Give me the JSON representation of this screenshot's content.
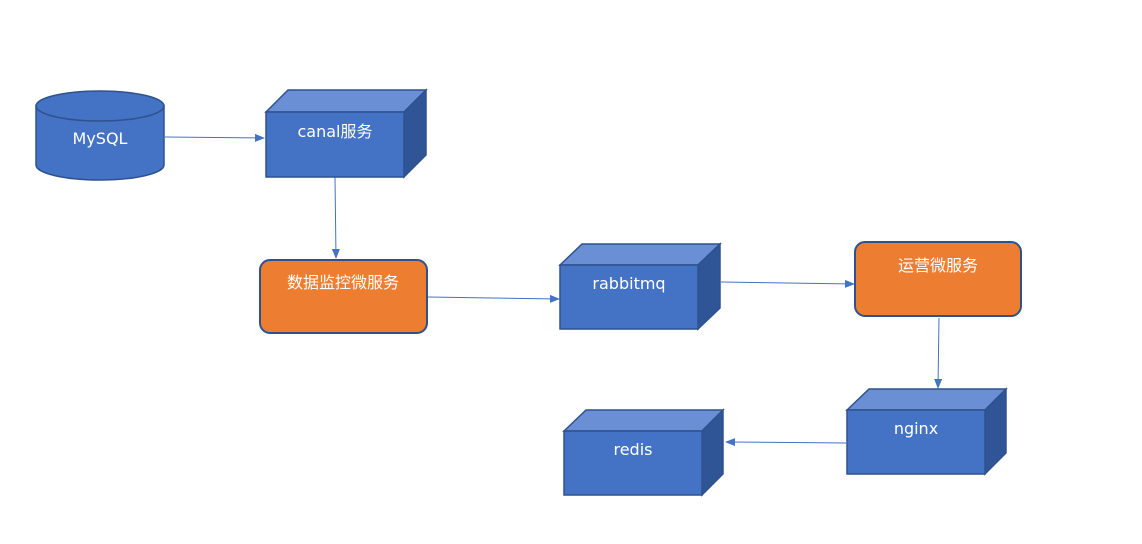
{
  "colors": {
    "box_front": "#4472c4",
    "box_top": "#6a8fd4",
    "box_side": "#2f5597",
    "box_stroke": "#2f528f",
    "service_fill": "#ed7d31",
    "service_stroke": "#2f528f",
    "edge": "#4472c4",
    "label": "#ffffff"
  },
  "nodes": {
    "mysql": {
      "label": "MySQL",
      "shape": "database"
    },
    "canal": {
      "label": "canal服务",
      "shape": "cube"
    },
    "monitor": {
      "label": "数据监控微服务",
      "shape": "rounded-rect"
    },
    "rabbitmq": {
      "label": "rabbitmq",
      "shape": "cube"
    },
    "ops": {
      "label": "运营微服务",
      "shape": "rounded-rect"
    },
    "nginx": {
      "label": "nginx",
      "shape": "cube"
    },
    "redis": {
      "label": "redis",
      "shape": "cube"
    }
  },
  "edges": [
    {
      "from": "mysql",
      "to": "canal"
    },
    {
      "from": "canal",
      "to": "monitor"
    },
    {
      "from": "monitor",
      "to": "rabbitmq"
    },
    {
      "from": "rabbitmq",
      "to": "ops"
    },
    {
      "from": "ops",
      "to": "nginx"
    },
    {
      "from": "nginx",
      "to": "redis"
    }
  ]
}
